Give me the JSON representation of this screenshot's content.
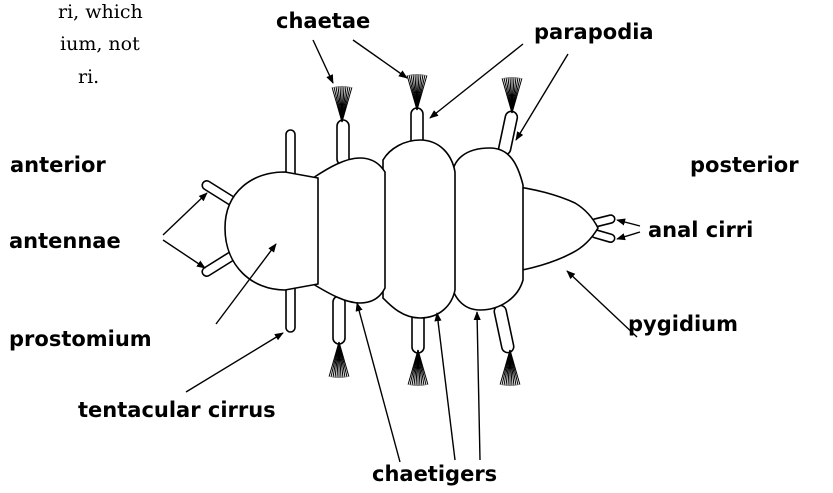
{
  "caption_fragment": {
    "line1": "ri, which",
    "line2": "ium, not",
    "line3": "ri."
  },
  "labels": {
    "chaetae": "chaetae",
    "parapodia": "parapodia",
    "anterior": "anterior",
    "posterior": "posterior",
    "antennae": "antennae",
    "anal_cirri": "anal cirri",
    "prostomium": "prostomium",
    "pygidium": "pygidium",
    "tentacular_cirrus": "tentacular cirrus",
    "chaetigers": "chaetigers"
  }
}
